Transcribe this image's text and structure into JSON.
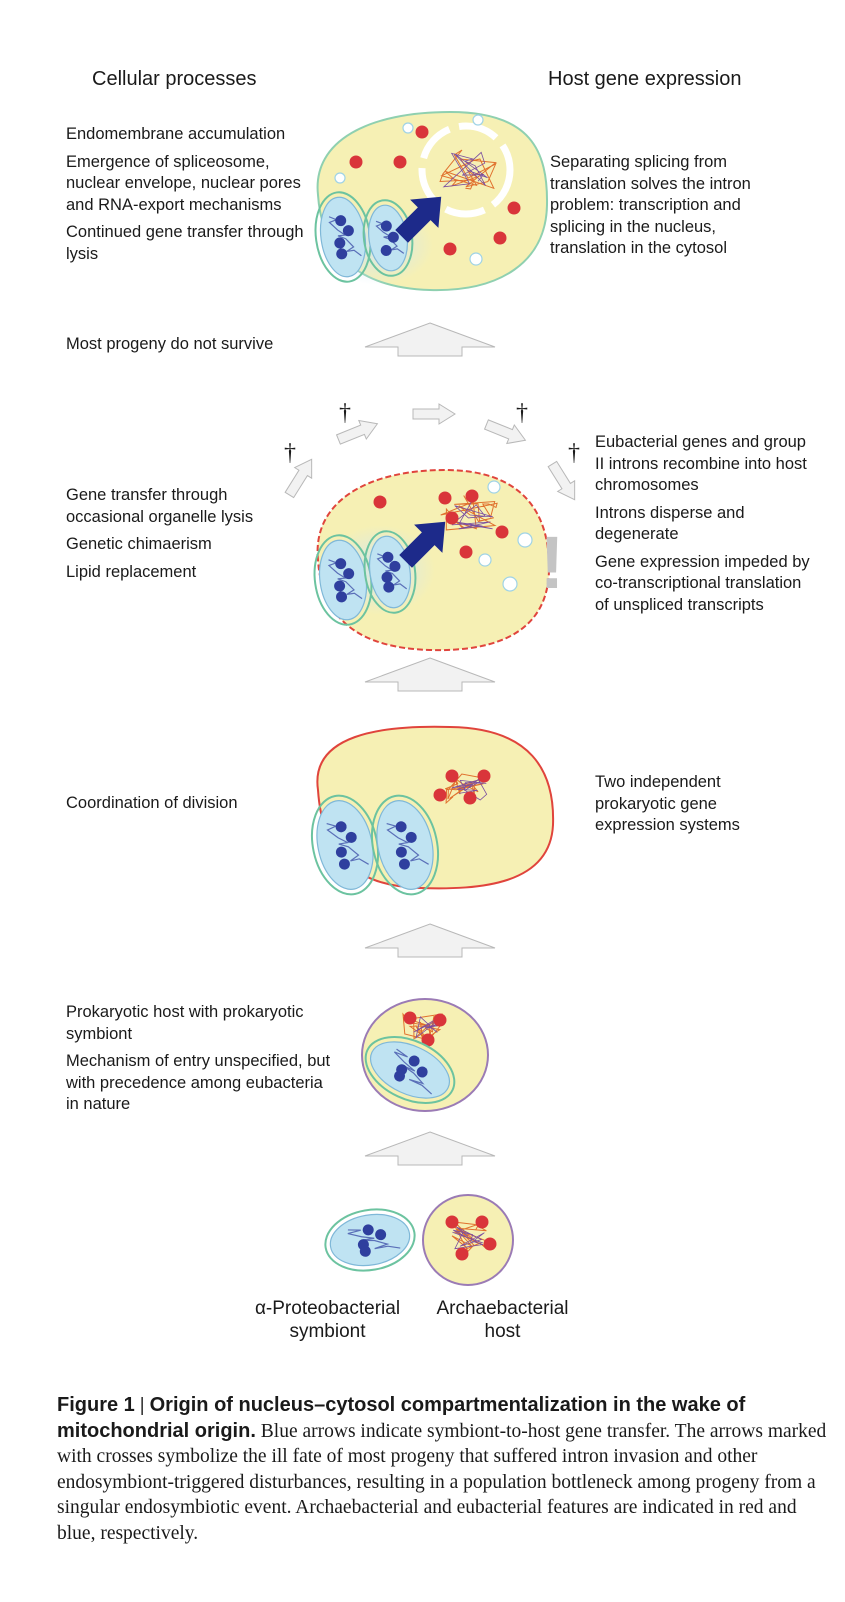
{
  "headers": {
    "left": "Cellular processes",
    "right": "Host gene expression"
  },
  "stage5": {
    "left": [
      "Endomembrane accumulation",
      "Emergence of spliceosome, nuclear envelope, nuclear pores and RNA-export mechanisms",
      "Continued gene transfer through lysis"
    ],
    "right": [
      "Separating splicing from translation solves the intron problem: transcription and splicing in the nucleus, translation in the cytosol"
    ]
  },
  "bottleneck_note": "Most progeny do not survive",
  "cross_glyph": "†",
  "exclamation_glyph": "!",
  "stage4": {
    "left": [
      "Gene transfer through occasional organelle lysis",
      "Genetic chimaerism",
      "Lipid replacement"
    ],
    "right": [
      "Eubacterial genes and group II introns recombine into host chromosomes",
      "Introns disperse and degenerate",
      "Gene expression impeded by co-transcriptional translation of unspliced transcripts"
    ]
  },
  "stage3": {
    "left": [
      "Coordination of division"
    ],
    "right": [
      "Two independent prokaryotic gene expression systems"
    ]
  },
  "stage2": {
    "left": [
      "Prokaryotic host with prokaryotic symbiont",
      "Mechanism of entry unspecified, but with precedence among eubacteria in nature"
    ]
  },
  "stage1": {
    "symbiont_label": "α-Proteobacterial symbiont",
    "host_label": "Archaebacterial host"
  },
  "caption": {
    "figure_label": "Figure 1",
    "separator": "|",
    "title": "Origin of nucleus–cytosol compartmentalization in the wake of mitochondrial origin.",
    "body": "Blue arrows indicate symbiont-to-host gene transfer. The arrows marked with crosses symbolize the ill fate of most progeny that suffered intron invasion and other endosymbiont-triggered disturbances, resulting in a population bottleneck among progeny from a singular endosymbiotic event. Archaebacterial and eubacterial features are indicated in red and blue, respectively."
  },
  "colors": {
    "cytosol": "#f6f0b4",
    "host_membrane_red": "#e0443c",
    "host_membrane_purple": "#9b7bb5",
    "symbiont_fill": "#bfe3f2",
    "symbiont_membrane": "#6cc3a0",
    "transfer_arrow": "#1d2a8a",
    "archaeal_feature": "#d9353a",
    "eubacterial_feature": "#2f3f9e",
    "stage_arrow": "#f2f2f2"
  }
}
